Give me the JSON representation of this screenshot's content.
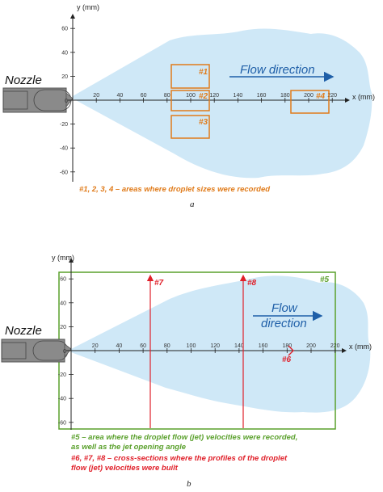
{
  "panel_a": {
    "y_axis_title": "y (mm)",
    "x_axis_title": "x (mm)",
    "y_ticks": [
      "60",
      "40",
      "20",
      "0",
      "-20",
      "-40",
      "-60"
    ],
    "x_ticks": [
      "20",
      "40",
      "60",
      "80",
      "100",
      "120",
      "140",
      "160",
      "180",
      "200",
      "220"
    ],
    "nozzle_label": "Nozzle",
    "flow_label": "Flow direction",
    "areas": [
      "#1",
      "#2",
      "#3",
      "#4"
    ],
    "caption": "#1, 2, 3, 4 – areas where droplet sizes were recorded",
    "letter": "a"
  },
  "panel_b": {
    "y_axis_title": "y (mm)",
    "x_axis_title": "x (mm)",
    "y_ticks": [
      "60",
      "40",
      "20",
      "0",
      "-20",
      "-40",
      "-60"
    ],
    "x_ticks": [
      "20",
      "40",
      "60",
      "80",
      "100",
      "120",
      "140",
      "160",
      "180",
      "200",
      "220"
    ],
    "nozzle_label": "Nozzle",
    "flow_label_line1": "Flow",
    "flow_label_line2": "direction",
    "area5_label": "#5",
    "section_labels": [
      "#7",
      "#8",
      "#6"
    ],
    "caption_green_1": "#5 – area where the droplet flow (jet) velocities were recorded,",
    "caption_green_2": "as well as the jet opening angle",
    "caption_red_1": "#6, #7, #8 – cross-sections where the profiles of the droplet",
    "caption_red_2": "flow (jet) velocities were built",
    "letter": "b"
  },
  "colors": {
    "spray": "#cfe8f7",
    "area_orange": "#e07b1a",
    "flow_blue": "#1f5fa8",
    "section_red": "#e0202a",
    "area_green": "#5aa02c",
    "nozzle_gray": "#8a8a8a"
  }
}
